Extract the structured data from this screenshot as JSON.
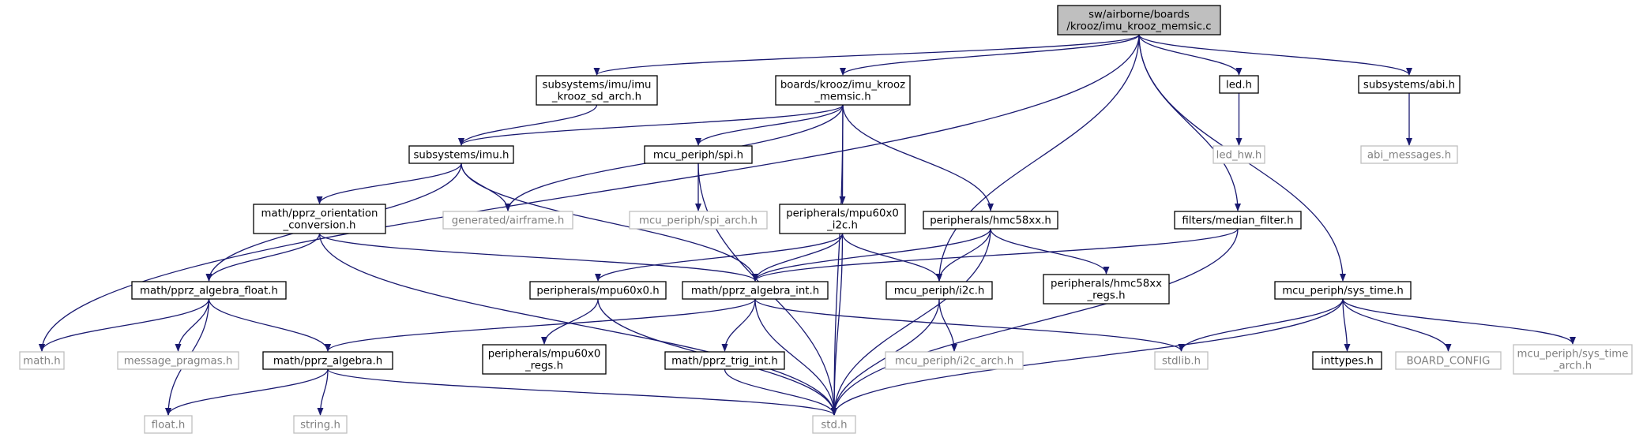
{
  "colors": {
    "edge": "#191970",
    "documented_border": "#000000",
    "documented_text": "#000000",
    "undocumented_border": "#bfbfbf",
    "undocumented_text": "#808080",
    "root_fill": "#bfbfbf",
    "node_fill": "#ffffff"
  },
  "nodes": [
    {
      "id": "root",
      "lines": [
        "sw/airborne/boards",
        "/krooz/imu_krooz_memsic.c"
      ],
      "kind": "root"
    },
    {
      "id": "imu_krooz_sd_arch",
      "lines": [
        "subsystems/imu/imu",
        "_krooz_sd_arch.h"
      ],
      "kind": "documented"
    },
    {
      "id": "boards_imu_krooz_memsic",
      "lines": [
        "boards/krooz/imu_krooz",
        "_memsic.h"
      ],
      "kind": "documented"
    },
    {
      "id": "led_h",
      "lines": [
        "led.h"
      ],
      "kind": "documented"
    },
    {
      "id": "abi_h",
      "lines": [
        "subsystems/abi.h"
      ],
      "kind": "documented"
    },
    {
      "id": "led_hw",
      "lines": [
        "led_hw.h"
      ],
      "kind": "undocumented"
    },
    {
      "id": "abi_messages",
      "lines": [
        "abi_messages.h"
      ],
      "kind": "undocumented"
    },
    {
      "id": "imu_h",
      "lines": [
        "subsystems/imu.h"
      ],
      "kind": "documented"
    },
    {
      "id": "spi_h",
      "lines": [
        "mcu_periph/spi.h"
      ],
      "kind": "documented"
    },
    {
      "id": "airframe",
      "lines": [
        "generated/airframe.h"
      ],
      "kind": "undocumented"
    },
    {
      "id": "spi_arch",
      "lines": [
        "mcu_periph/spi_arch.h"
      ],
      "kind": "undocumented"
    },
    {
      "id": "orientation",
      "lines": [
        "math/pprz_orientation",
        "_conversion.h"
      ],
      "kind": "documented"
    },
    {
      "id": "mpu60x0_i2c",
      "lines": [
        "peripherals/mpu60x0",
        "_i2c.h"
      ],
      "kind": "documented"
    },
    {
      "id": "hmc58xx",
      "lines": [
        "peripherals/hmc58xx.h"
      ],
      "kind": "documented"
    },
    {
      "id": "median_filter",
      "lines": [
        "filters/median_filter.h"
      ],
      "kind": "documented"
    },
    {
      "id": "algebra_float",
      "lines": [
        "math/pprz_algebra_float.h"
      ],
      "kind": "documented"
    },
    {
      "id": "mpu60x0",
      "lines": [
        "peripherals/mpu60x0.h"
      ],
      "kind": "documented"
    },
    {
      "id": "algebra_int",
      "lines": [
        "math/pprz_algebra_int.h"
      ],
      "kind": "documented"
    },
    {
      "id": "i2c_h",
      "lines": [
        "mcu_periph/i2c.h"
      ],
      "kind": "documented"
    },
    {
      "id": "hmc58xx_regs",
      "lines": [
        "peripherals/hmc58xx",
        "_regs.h"
      ],
      "kind": "documented"
    },
    {
      "id": "sys_time",
      "lines": [
        "mcu_periph/sys_time.h"
      ],
      "kind": "documented"
    },
    {
      "id": "math_h",
      "lines": [
        "math.h"
      ],
      "kind": "undocumented"
    },
    {
      "id": "msg_pragmas",
      "lines": [
        "message_pragmas.h"
      ],
      "kind": "undocumented"
    },
    {
      "id": "pprz_algebra",
      "lines": [
        "math/pprz_algebra.h"
      ],
      "kind": "documented"
    },
    {
      "id": "mpu60x0_regs",
      "lines": [
        "peripherals/mpu60x0",
        "_regs.h"
      ],
      "kind": "documented"
    },
    {
      "id": "trig_int",
      "lines": [
        "math/pprz_trig_int.h"
      ],
      "kind": "documented"
    },
    {
      "id": "i2c_arch",
      "lines": [
        "mcu_periph/i2c_arch.h"
      ],
      "kind": "undocumented"
    },
    {
      "id": "stdlib",
      "lines": [
        "stdlib.h"
      ],
      "kind": "undocumented"
    },
    {
      "id": "inttypes",
      "lines": [
        "inttypes.h"
      ],
      "kind": "documented"
    },
    {
      "id": "board_config",
      "lines": [
        "BOARD_CONFIG"
      ],
      "kind": "undocumented"
    },
    {
      "id": "sys_time_arch",
      "lines": [
        "mcu_periph/sys_time",
        "_arch.h"
      ],
      "kind": "undocumented"
    },
    {
      "id": "float_h",
      "lines": [
        "float.h"
      ],
      "kind": "undocumented"
    },
    {
      "id": "string_h",
      "lines": [
        "string.h"
      ],
      "kind": "undocumented"
    },
    {
      "id": "std_h",
      "lines": [
        "std.h"
      ],
      "kind": "undocumented"
    }
  ],
  "edges": [
    [
      "root",
      "math_h"
    ],
    [
      "root",
      "imu_krooz_sd_arch"
    ],
    [
      "root",
      "boards_imu_krooz_memsic"
    ],
    [
      "root",
      "i2c_h"
    ],
    [
      "root",
      "median_filter"
    ],
    [
      "root",
      "led_h"
    ],
    [
      "root",
      "sys_time"
    ],
    [
      "root",
      "abi_h"
    ],
    [
      "imu_krooz_sd_arch",
      "imu_h"
    ],
    [
      "boards_imu_krooz_memsic",
      "imu_h"
    ],
    [
      "boards_imu_krooz_memsic",
      "airframe"
    ],
    [
      "boards_imu_krooz_memsic",
      "spi_h"
    ],
    [
      "boards_imu_krooz_memsic",
      "mpu60x0_i2c"
    ],
    [
      "boards_imu_krooz_memsic",
      "hmc58xx"
    ],
    [
      "boards_imu_krooz_memsic",
      "std_h"
    ],
    [
      "led_h",
      "led_hw"
    ],
    [
      "abi_h",
      "abi_messages"
    ],
    [
      "imu_h",
      "algebra_float"
    ],
    [
      "imu_h",
      "orientation"
    ],
    [
      "imu_h",
      "airframe"
    ],
    [
      "imu_h",
      "algebra_int"
    ],
    [
      "spi_h",
      "spi_arch"
    ],
    [
      "spi_h",
      "std_h"
    ],
    [
      "orientation",
      "algebra_float"
    ],
    [
      "orientation",
      "algebra_int"
    ],
    [
      "orientation",
      "std_h"
    ],
    [
      "mpu60x0_i2c",
      "mpu60x0"
    ],
    [
      "mpu60x0_i2c",
      "algebra_int"
    ],
    [
      "mpu60x0_i2c",
      "i2c_h"
    ],
    [
      "mpu60x0_i2c",
      "std_h"
    ],
    [
      "hmc58xx",
      "algebra_int"
    ],
    [
      "hmc58xx",
      "i2c_h"
    ],
    [
      "hmc58xx",
      "hmc58xx_regs"
    ],
    [
      "hmc58xx",
      "std_h"
    ],
    [
      "median_filter",
      "algebra_int"
    ],
    [
      "median_filter",
      "std_h"
    ],
    [
      "algebra_float",
      "math_h"
    ],
    [
      "algebra_float",
      "msg_pragmas"
    ],
    [
      "algebra_float",
      "pprz_algebra"
    ],
    [
      "algebra_float",
      "float_h"
    ],
    [
      "mpu60x0",
      "mpu60x0_regs"
    ],
    [
      "mpu60x0",
      "std_h"
    ],
    [
      "algebra_int",
      "pprz_algebra"
    ],
    [
      "algebra_int",
      "trig_int"
    ],
    [
      "algebra_int",
      "std_h"
    ],
    [
      "algebra_int",
      "stdlib"
    ],
    [
      "i2c_h",
      "i2c_arch"
    ],
    [
      "i2c_h",
      "std_h"
    ],
    [
      "sys_time",
      "stdlib"
    ],
    [
      "sys_time",
      "inttypes"
    ],
    [
      "sys_time",
      "board_config"
    ],
    [
      "sys_time",
      "sys_time_arch"
    ],
    [
      "sys_time",
      "std_h"
    ],
    [
      "pprz_algebra",
      "float_h"
    ],
    [
      "pprz_algebra",
      "string_h"
    ],
    [
      "pprz_algebra",
      "std_h"
    ],
    [
      "trig_int",
      "std_h"
    ]
  ]
}
